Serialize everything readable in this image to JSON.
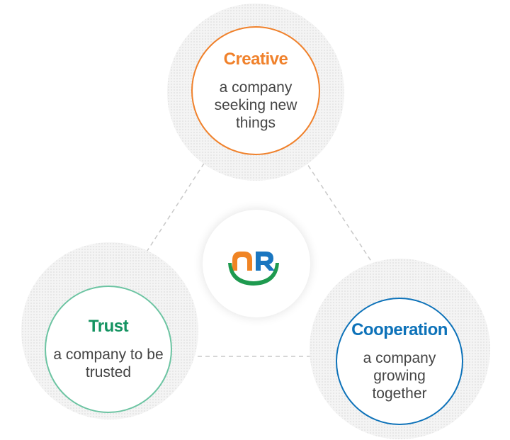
{
  "nodes": {
    "creative": {
      "title": "Creative",
      "description": "a company seeking new things",
      "color": "#f0812b"
    },
    "trust": {
      "title": "Trust",
      "description": "a company to be trusted",
      "color": "#149361"
    },
    "cooperation": {
      "title": "Cooperation",
      "description": "a company growing together",
      "color": "#0d72b9"
    }
  },
  "logo": {
    "name": "nr-logo",
    "colors": {
      "n": "#f08424",
      "r": "#1a76c0",
      "arc": "#1e9a4f"
    }
  },
  "connector_color": "#c8c8c8"
}
